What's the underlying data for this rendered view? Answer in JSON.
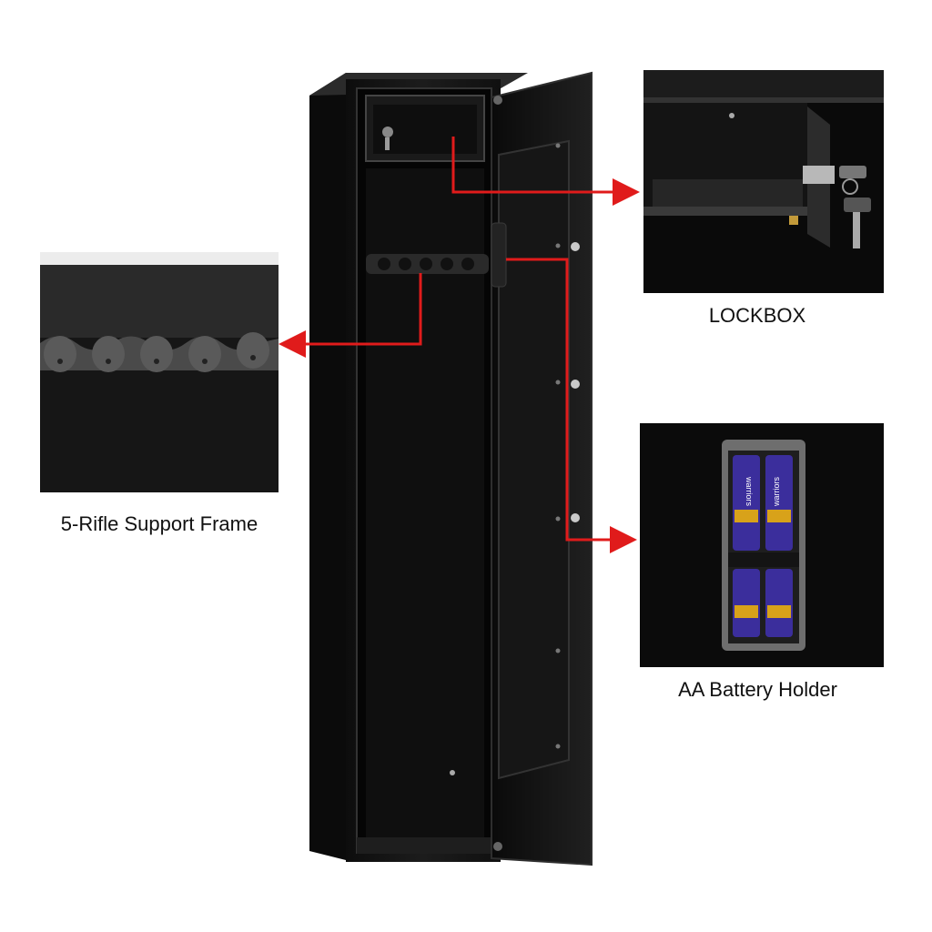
{
  "product": {
    "description_alt": "Open black steel rifle safe with lockbox, rifle support frame and battery holder callouts"
  },
  "callouts": {
    "lockbox": {
      "label": "LOCKBOX"
    },
    "rifle_frame": {
      "label": "5-Rifle Support Frame"
    },
    "battery": {
      "label": "AA Battery Holder"
    }
  },
  "battery_brand": "warriors",
  "colors": {
    "arrow": "#e01b1b",
    "safe_body": "#151515",
    "safe_edge": "#2a2a2a",
    "background": "#ffffff"
  }
}
